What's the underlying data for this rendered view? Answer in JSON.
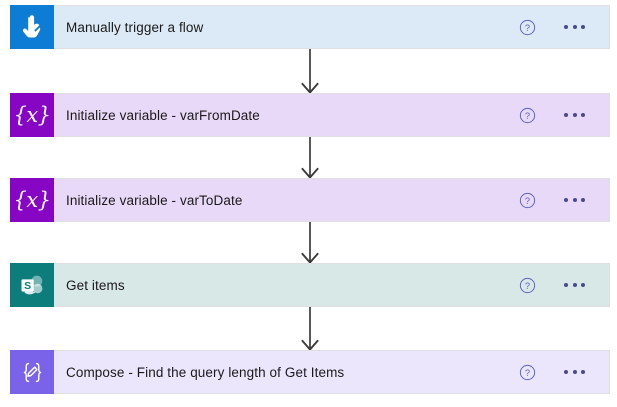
{
  "app": {
    "title": "Power Automate flow designer canvas",
    "background_color": "#ffffff",
    "connector_color": "#3b3a39"
  },
  "flow": {
    "node_count": 5,
    "connector_count": 4,
    "nodes": [
      {
        "title": "Manually trigger a flow",
        "icon_name": "manual-trigger-icon",
        "icon_glyph": "touch-hand",
        "icon_tile_color": "#0c7cd5",
        "body_color": "#dceaf7",
        "help_label": "?",
        "more_label": "•••"
      },
      {
        "title": "Initialize variable - varFromDate",
        "icon_name": "initialize-variable-icon",
        "icon_glyph": "{x}",
        "icon_tile_color": "#8606c4",
        "body_color": "#e9d9f8",
        "help_label": "?",
        "more_label": "•••"
      },
      {
        "title": "Initialize variable - varToDate",
        "icon_name": "initialize-variable-icon",
        "icon_glyph": "{x}",
        "icon_tile_color": "#8606c4",
        "body_color": "#e9d9f8",
        "help_label": "?",
        "more_label": "•••"
      },
      {
        "title": "Get items",
        "icon_name": "sharepoint-icon",
        "icon_glyph": "sharepoint-logo",
        "icon_tile_color": "#0d7d7c",
        "body_color": "#d8e8e7",
        "help_label": "?",
        "more_label": "•••"
      },
      {
        "title": "Compose - Find the query length of Get Items",
        "icon_name": "compose-icon",
        "icon_glyph": "{pencil}",
        "icon_tile_color": "#7a63e8",
        "body_color": "#ece6fd",
        "help_label": "?",
        "more_label": "•••"
      }
    ]
  }
}
